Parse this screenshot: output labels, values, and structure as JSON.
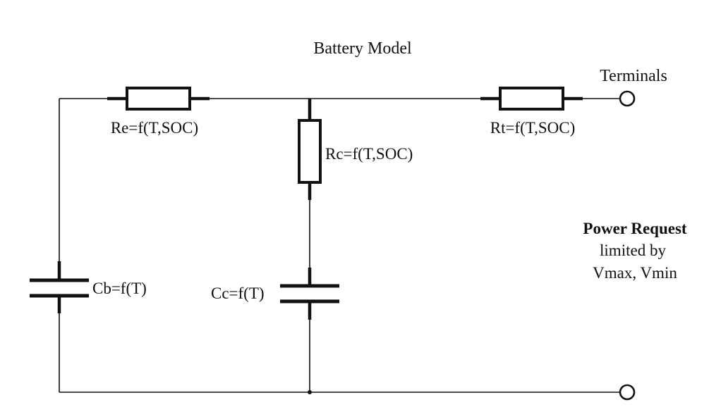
{
  "diagram": {
    "title": "Battery Model",
    "terminals_label": "Terminals",
    "components": {
      "re": "Re=f(T,SOC)",
      "rc": "Rc=f(T,SOC)",
      "rt": "Rt=f(T,SOC)",
      "cb": "Cb=f(T)",
      "cc": "Cc=f(T)"
    },
    "power_note": {
      "heading": "Power Request",
      "line1": "limited by",
      "line2": "Vmax, Vmin"
    }
  }
}
